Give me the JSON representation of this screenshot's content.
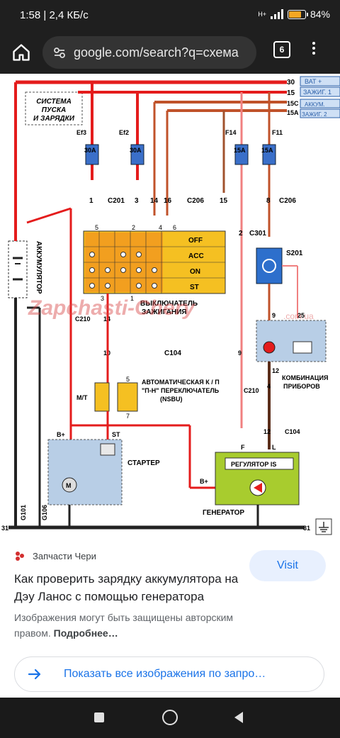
{
  "status": {
    "time": "1:58",
    "data_rate": "2,4 КБ/с",
    "network": "H+",
    "battery": "84%",
    "battery_level": 0.84
  },
  "browser": {
    "url": "google.com/search?q=схема",
    "tabs_count": "6"
  },
  "diagram": {
    "title_line1": "СИСТЕМА",
    "title_line2": "ПУСКА",
    "title_line3": "И ЗАРЯДКИ",
    "watermark": "Zapchasti-Chery",
    "watermark_domain": ".com.ua",
    "accumulator": "АККУМУЛЯТОР",
    "terminals": [
      {
        "num": "30",
        "label": "ВАТ +"
      },
      {
        "num": "15",
        "label": "ЗАЖИГ. 1"
      },
      {
        "num": "15С",
        "label": "АККУМ."
      },
      {
        "num": "15А",
        "label": "ЗАЖИГ. 2"
      }
    ],
    "fuses": [
      {
        "name": "Ef3",
        "rating": "30A"
      },
      {
        "name": "Ef2",
        "rating": "30A"
      },
      {
        "name": "F14",
        "rating": "15A"
      },
      {
        "name": "F11",
        "rating": "15A"
      }
    ],
    "pins_top": [
      "1",
      "3",
      "14",
      "16",
      "15",
      "8"
    ],
    "connectors": {
      "c201": "C201",
      "c206a": "C206",
      "c206b": "C206",
      "c301": "C301",
      "c210a": "C210",
      "c210b": "C210",
      "c104a": "C104",
      "c104b": "C104",
      "s201": "S201"
    },
    "switch_positions": [
      "OFF",
      "ACC",
      "ON",
      "ST"
    ],
    "switch_pins": [
      "5",
      "2",
      "4",
      "6",
      "3",
      "1"
    ],
    "ignition_switch": [
      "ВЫКЛЮЧАТЕЛЬ",
      "ЗАЖИГАНИЯ"
    ],
    "pin_2": "2",
    "pin_14": "14",
    "pin_10": "10",
    "pin_9a": "9",
    "pin_9b": "9",
    "pin_25": "25",
    "pin_12a": "12",
    "pin_4": "4",
    "pin_12b": "12",
    "pin_5": "5",
    "pin_7": "7",
    "nsbu_lines": [
      "АВТОМАТИЧЕСКАЯ К / П",
      "\"П-Н\" ПЕРЕКЛЮЧАТЕЛЬ",
      "(NSBU)"
    ],
    "mt": "М/Т",
    "cluster": [
      "КОМБИНАЦИЯ",
      "ПРИБОРОВ"
    ],
    "starter": "СТАРТЕР",
    "starter_b": "B+",
    "starter_st": "ST",
    "regulator": "РЕГУЛЯТОР IS",
    "gen_f": "F",
    "gen_l": "L",
    "gen_b": "B+",
    "generator": "ГЕНЕРАТОР",
    "ground_labels": [
      "G101",
      "G106"
    ],
    "ground_num_left": "31",
    "ground_num_right": "31"
  },
  "result": {
    "source": "Запчасти Чери",
    "title": "Как проверить зарядку аккумулятора на Дэу Ланос с помощью генератора",
    "visit_label": "Visit",
    "copyright_text": "Изображения могут быть защищены авторским правом.",
    "more_link": "Подробнее…",
    "show_all": "Показать все изображения по запро…"
  }
}
